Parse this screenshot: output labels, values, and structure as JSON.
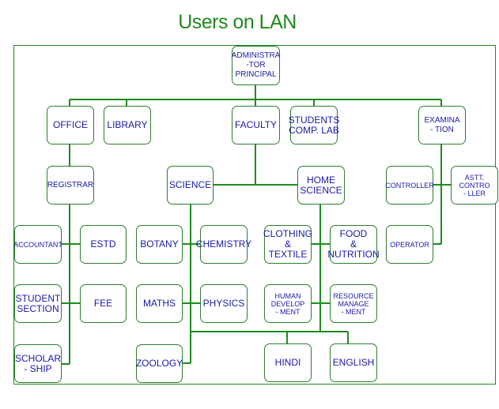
{
  "title": "Users on LAN",
  "colors": {
    "line": "#1e8c1e",
    "text": "#1a1aa6",
    "title": "#1f8a1f"
  },
  "nodes": {
    "admin": "ADMINISTRA\n-TOR\nPRINCIPAL",
    "office": "OFFICE",
    "library": "LIBRARY",
    "faculty": "FACULTY",
    "students_lab": "STUDENTS\nCOMP. LAB",
    "examination": "EXAMINA\n- TION",
    "registrar": "REGISTRAR",
    "science": "SCIENCE",
    "home_science": "HOME\nSCIENCE",
    "controller": "CONTROLLER",
    "asst_controller": "ASTT.\nCONTRO\n- LLER",
    "accountant": "ACCOUNTANT",
    "estd": "ESTD",
    "botany": "BOTANY",
    "chemistry": "CHEMISTRY",
    "clothing": "CLOTHING\n&\nTEXTILE",
    "food": "FOOD\n&\nNUTRITION",
    "operator": "OPERATOR",
    "student_section": "STUDENT\nSECTION",
    "fee": "FEE",
    "maths": "MATHS",
    "physics": "PHYSICS",
    "human_dev": "HUMAN\nDEVELOP\n- MENT",
    "resource": "RESOURCE\nMANAGE\n- MENT",
    "scholarship": "SCHOLAR\n- SHIP",
    "zoology": "ZOOLOGY",
    "hindi": "HINDI",
    "english": "ENGLISH"
  }
}
